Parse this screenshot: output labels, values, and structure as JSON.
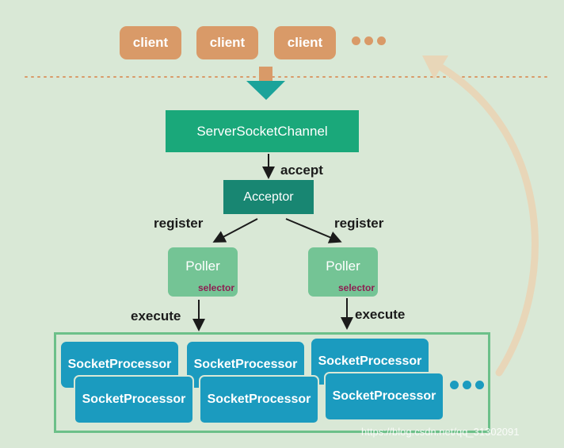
{
  "clients": [
    "client",
    "client",
    "client"
  ],
  "server_socket_channel": "ServerSocketChannel",
  "accept_label": "accept",
  "acceptor": "Acceptor",
  "register_left": "register",
  "register_right": "register",
  "pollers": [
    {
      "title": "Poller",
      "sub": "selector"
    },
    {
      "title": "Poller",
      "sub": "selector"
    }
  ],
  "execute_left": "execute",
  "execute_right": "execute",
  "socket_processors": [
    "SocketProcessor",
    "SocketProcessor",
    "SocketProcessor",
    "SocketProcessor",
    "SocketProcessor",
    "SocketProcessor"
  ],
  "watermark": "https://blog.csdn.net/qq_31302091",
  "colors": {
    "background": "#d9e8d6",
    "client": "#d99a68",
    "server_socket_channel": "#1aa87a",
    "acceptor": "#188672",
    "poller": "#74c495",
    "selector_text": "#8e1f52",
    "socket_processor": "#1b9bbf",
    "frame": "#6cc089",
    "curve_arrow": "#e8d6b8"
  }
}
